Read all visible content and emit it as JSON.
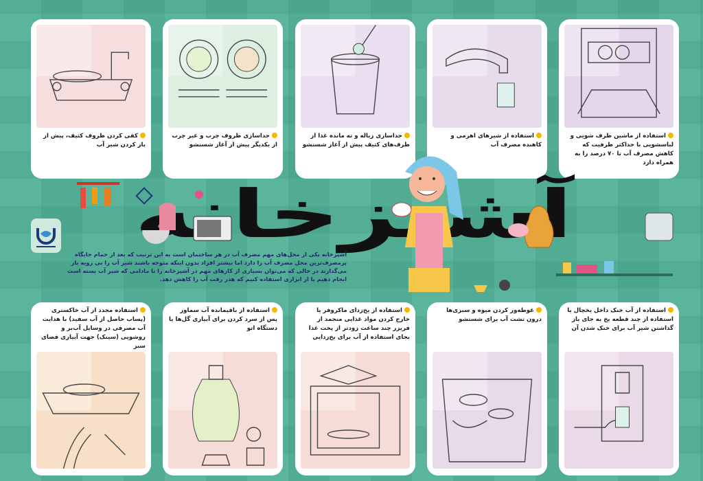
{
  "title": "آشپزخانه",
  "intro": "آشپزخانه یکی از محل‌های مهم مصرف آب در هر ساختمان است به این ترتیب که بعد از حمام جایگاه پرمصرف‌ترین محل مصرف آب را دارد اما بیشتر افراد بدون اینکه متوجه باشند شیر آب را بی رویه باز می‌گذارند در حالی که می‌توان بسیاری از کارهای مهم در آشپزخانه را تا مادامی که شیر آب بسته است انجام دهیم یا از ابزاری استفاده کنیم که هدر رفت آب را کاهش دهد.",
  "top_tips": [
    {
      "text": "کفی کردن ظروف کثیف، پیش از باز کردن شیر آب",
      "icon": "sink-dishes-icon",
      "bg": "#f6dede"
    },
    {
      "text": "جداسازی ظروف چرب و غیر چرب از یکدیگر پیش از آغاز شستشو",
      "icon": "plates-icon",
      "bg": "#dcefe0"
    },
    {
      "text": "جداسازی زباله و ته مانده غذا از ظرف‌های کثیف پیش از آغاز شستشو",
      "icon": "trash-bin-icon",
      "bg": "#e9dff0"
    },
    {
      "text": "استفاده از شیرهای اهرمی و کاهنده مصرف آب",
      "icon": "lever-faucet-icon",
      "bg": "#e6dcec"
    },
    {
      "text": "استفاده از ماشین ظرف شویی و لباسشویی با حداکثر ظرفیت که کاهش مصرف آب تا ۷۰ درصد را به همراه دارد",
      "icon": "dishwasher-icon",
      "bg": "#e4d7ec"
    }
  ],
  "bottom_tips": [
    {
      "text": "استفاده مجدد از آب خاکستری (پساب حاصل از آب سفید) با هدایت آب مصرفی در وسایل آب‌بر و روشویی (سینک) جهت آبیاری فضای سبز",
      "icon": "greywater-icon",
      "bg": "#f8e0c8"
    },
    {
      "text": "استفاده از باقیمانده آب سماور پس از سرد کردن برای آبیاری گل‌ها یا دستگاه اتو",
      "icon": "samovar-icon",
      "bg": "#f6dcd6"
    },
    {
      "text": "استفاده از یخ‌زدای ماکروفر یا خارج کردن مواد غذایی منجمد از فریزر چند ساعت زودتر از پخت غذا بجای استفاده از آب برای یخ‌زدایی",
      "icon": "microwave-icon",
      "bg": "#f6dcd6"
    },
    {
      "text": "غوطه‌ور کردن میوه و سبزی‌ها درون تشت آب برای شستشو",
      "icon": "basin-icon",
      "bg": "#e8dbe9"
    },
    {
      "text": "استفاده از آب خنک داخل یخچال یا استفاده از چند قطعه یخ به جای باز گذاشتن شیر آب برای خنک شدن آن",
      "icon": "fridge-water-icon",
      "bg": "#ead9e6"
    }
  ],
  "colors": {
    "background": "#4fae95",
    "bullet": "#f5b800",
    "intro_text": "#1e2a6a"
  }
}
